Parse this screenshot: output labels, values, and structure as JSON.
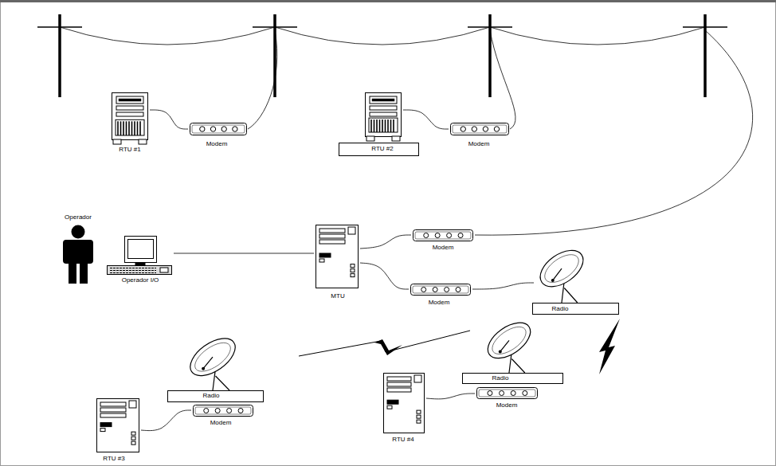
{
  "diagram": {
    "nodes": [
      {
        "text": [
          "RTU #1"
        ]
      },
      {
        "text": [
          "Modem"
        ]
      },
      {
        "text": [
          "RTU #2"
        ]
      },
      {
        "text": [
          "Modem"
        ]
      },
      {
        "text": [
          "Operador"
        ]
      },
      {
        "text": [
          "Operador I/O"
        ]
      },
      {
        "text": [
          "MTU"
        ]
      },
      {
        "text": [
          "Modem"
        ]
      },
      {
        "text": [
          "Modem"
        ]
      },
      {
        "text": [
          "Radio"
        ]
      },
      {
        "text": [
          "Radio"
        ]
      },
      {
        "text": [
          "Radio"
        ]
      },
      {
        "text": [
          "Modem"
        ]
      },
      {
        "text": [
          "Modem"
        ]
      },
      {
        "text": [
          "RTU #3"
        ]
      },
      {
        "text": [
          "RTU #4"
        ]
      }
    ],
    "edges": [
      {
        "from": 0,
        "to": 1,
        "arrow": "none"
      },
      {
        "from": 2,
        "to": 3,
        "arrow": "none"
      },
      {
        "from": 5,
        "to": 6,
        "arrow": "none"
      },
      {
        "from": 6,
        "to": 7,
        "arrow": "none"
      },
      {
        "from": 6,
        "to": 8,
        "arrow": "none"
      },
      {
        "from": 8,
        "to": 9,
        "arrow": "none"
      },
      {
        "from": 14,
        "to": 12,
        "arrow": "none"
      },
      {
        "from": 15,
        "to": 13,
        "arrow": "none"
      }
    ]
  }
}
